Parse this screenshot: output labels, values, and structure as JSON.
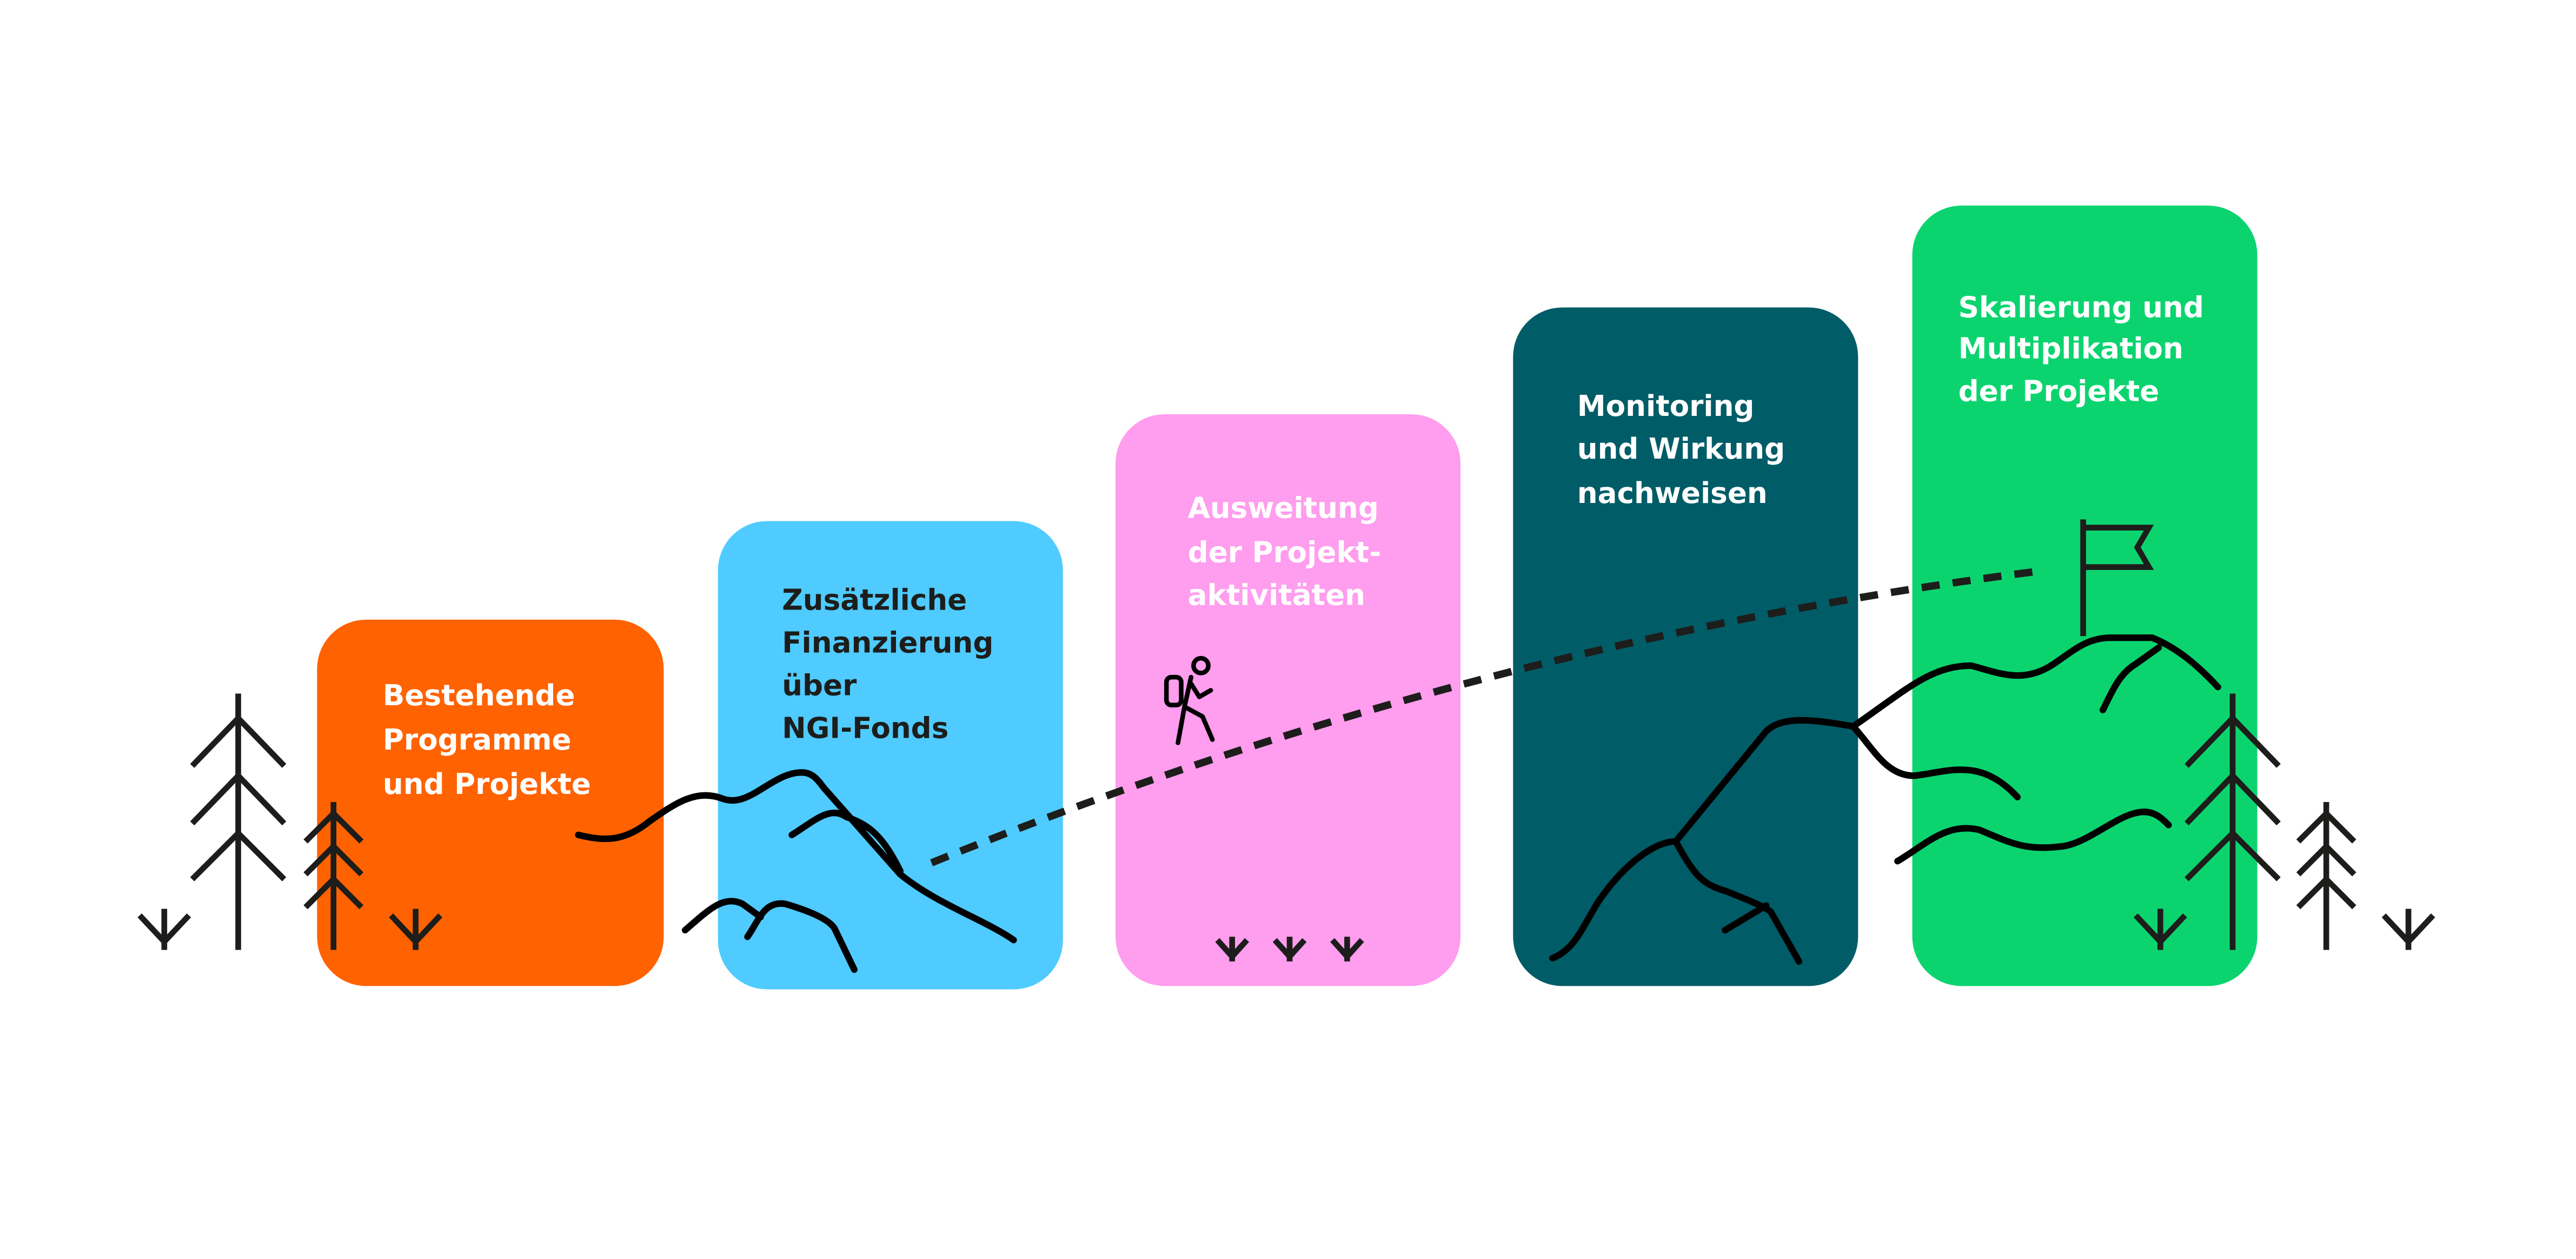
{
  "colors": {
    "orange": "#FF6200",
    "blue": "#4FCBFF",
    "pink": "#FF9DEE",
    "teal": "#005C67",
    "green": "#0BD46F",
    "ink": "#1D1D1B"
  },
  "steps": [
    {
      "lines": [
        "Bestehende",
        "Programme",
        "und Projekte"
      ]
    },
    {
      "lines": [
        "Zusätzliche",
        "Finanzierung",
        "über",
        "NGI-Fonds"
      ]
    },
    {
      "lines": [
        "Ausweitung",
        "der Projekt-",
        "aktivitäten"
      ]
    },
    {
      "lines": [
        "Monitoring",
        "und Wirkung",
        "nachweisen"
      ]
    },
    {
      "lines": [
        "Skalierung und",
        "Multiplikation",
        "der Projekte"
      ]
    }
  ]
}
